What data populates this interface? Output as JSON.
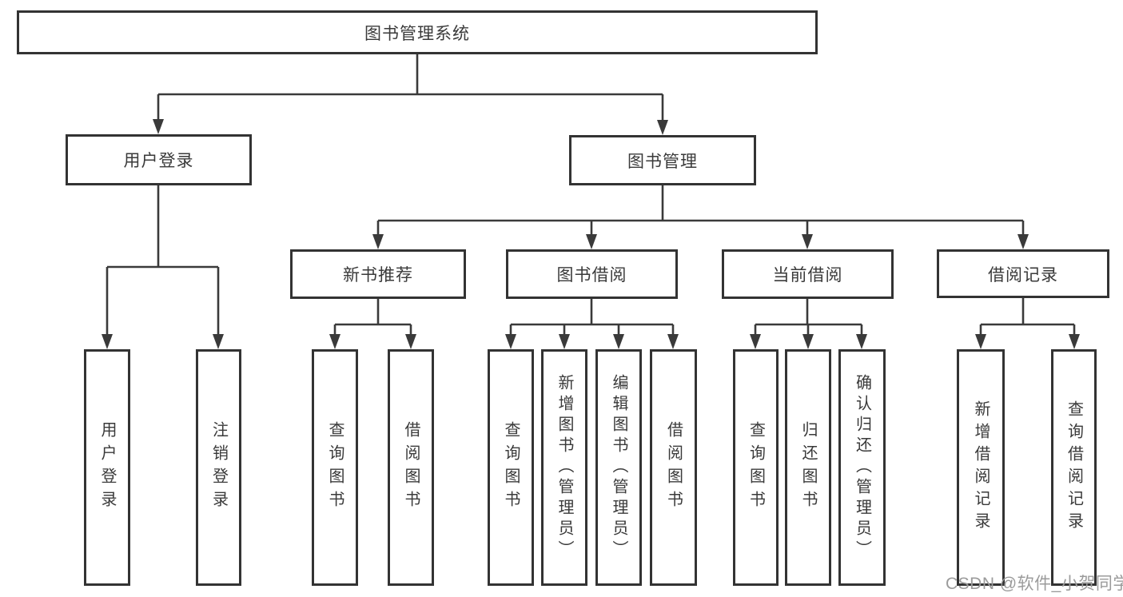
{
  "diagram": {
    "title": "图书管理系统",
    "nodes": {
      "root": "图书管理系统",
      "level2": {
        "user_login": "用户登录",
        "book_mgmt": "图书管理"
      },
      "level3": {
        "new_book_rec": "新书推荐",
        "book_borrow": "图书借阅",
        "current_borrow": "当前借阅",
        "borrow_records": "借阅记录"
      },
      "leaves": [
        "用户登录",
        "注销登录",
        "查询图书",
        "借阅图书",
        "查询图书",
        "新增图书（管理员）",
        "编辑图书（管理员）",
        "借阅图书",
        "查询图书",
        "归还图书",
        "确认归还（管理员）",
        "新增借阅记录",
        "查询借阅记录"
      ]
    },
    "colors": {
      "line": "#3a3a3a",
      "box_border": "#333333",
      "box_bg": "#ffffff",
      "text": "#3a3a3a",
      "watermark": "#9b9b9b"
    }
  },
  "watermark": {
    "text": "CSDN @软件_小贺同学"
  }
}
